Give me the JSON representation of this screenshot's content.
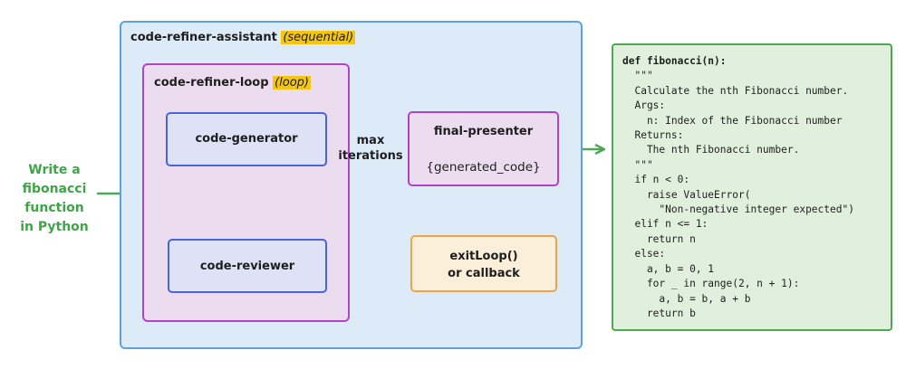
{
  "outer": {
    "name": "code-refiner-assistant",
    "tag": "(sequential)"
  },
  "loop": {
    "name": "code-refiner-loop",
    "tag": "(loop)"
  },
  "generator": {
    "label": "code-generator"
  },
  "reviewer": {
    "label": "code-reviewer"
  },
  "final_presenter": {
    "label": "final-presenter",
    "output": "{generated_code}"
  },
  "exit": {
    "line1": "exitLoop()",
    "line2": "or callback"
  },
  "max_label": {
    "line1": "max",
    "line2": "iterations"
  },
  "prompt": {
    "lines": [
      "Write a",
      "fibonacci",
      "function",
      "in Python"
    ]
  },
  "code": {
    "lines": [
      "def fibonacci(n):",
      "  \"\"\"",
      "  Calculate the nth Fibonacci number.",
      "  Args:",
      "    n: Index of the Fibonacci number",
      "  Returns:",
      "    The nth Fibonacci number.",
      "  \"\"\"",
      "  if n < 0:",
      "    raise ValueError(",
      "      \"Non-negative integer expected\")",
      "  elif n <= 1:",
      "    return n",
      "  else:",
      "    a, b = 0, 1",
      "    for _ in range(2, n + 1):",
      "      a, b = b, a + b",
      "    return b"
    ]
  },
  "colors": {
    "blue": "#4a63d8",
    "purple": "#b244c4",
    "orange": "#eaa54a",
    "green": "#4ea852"
  }
}
